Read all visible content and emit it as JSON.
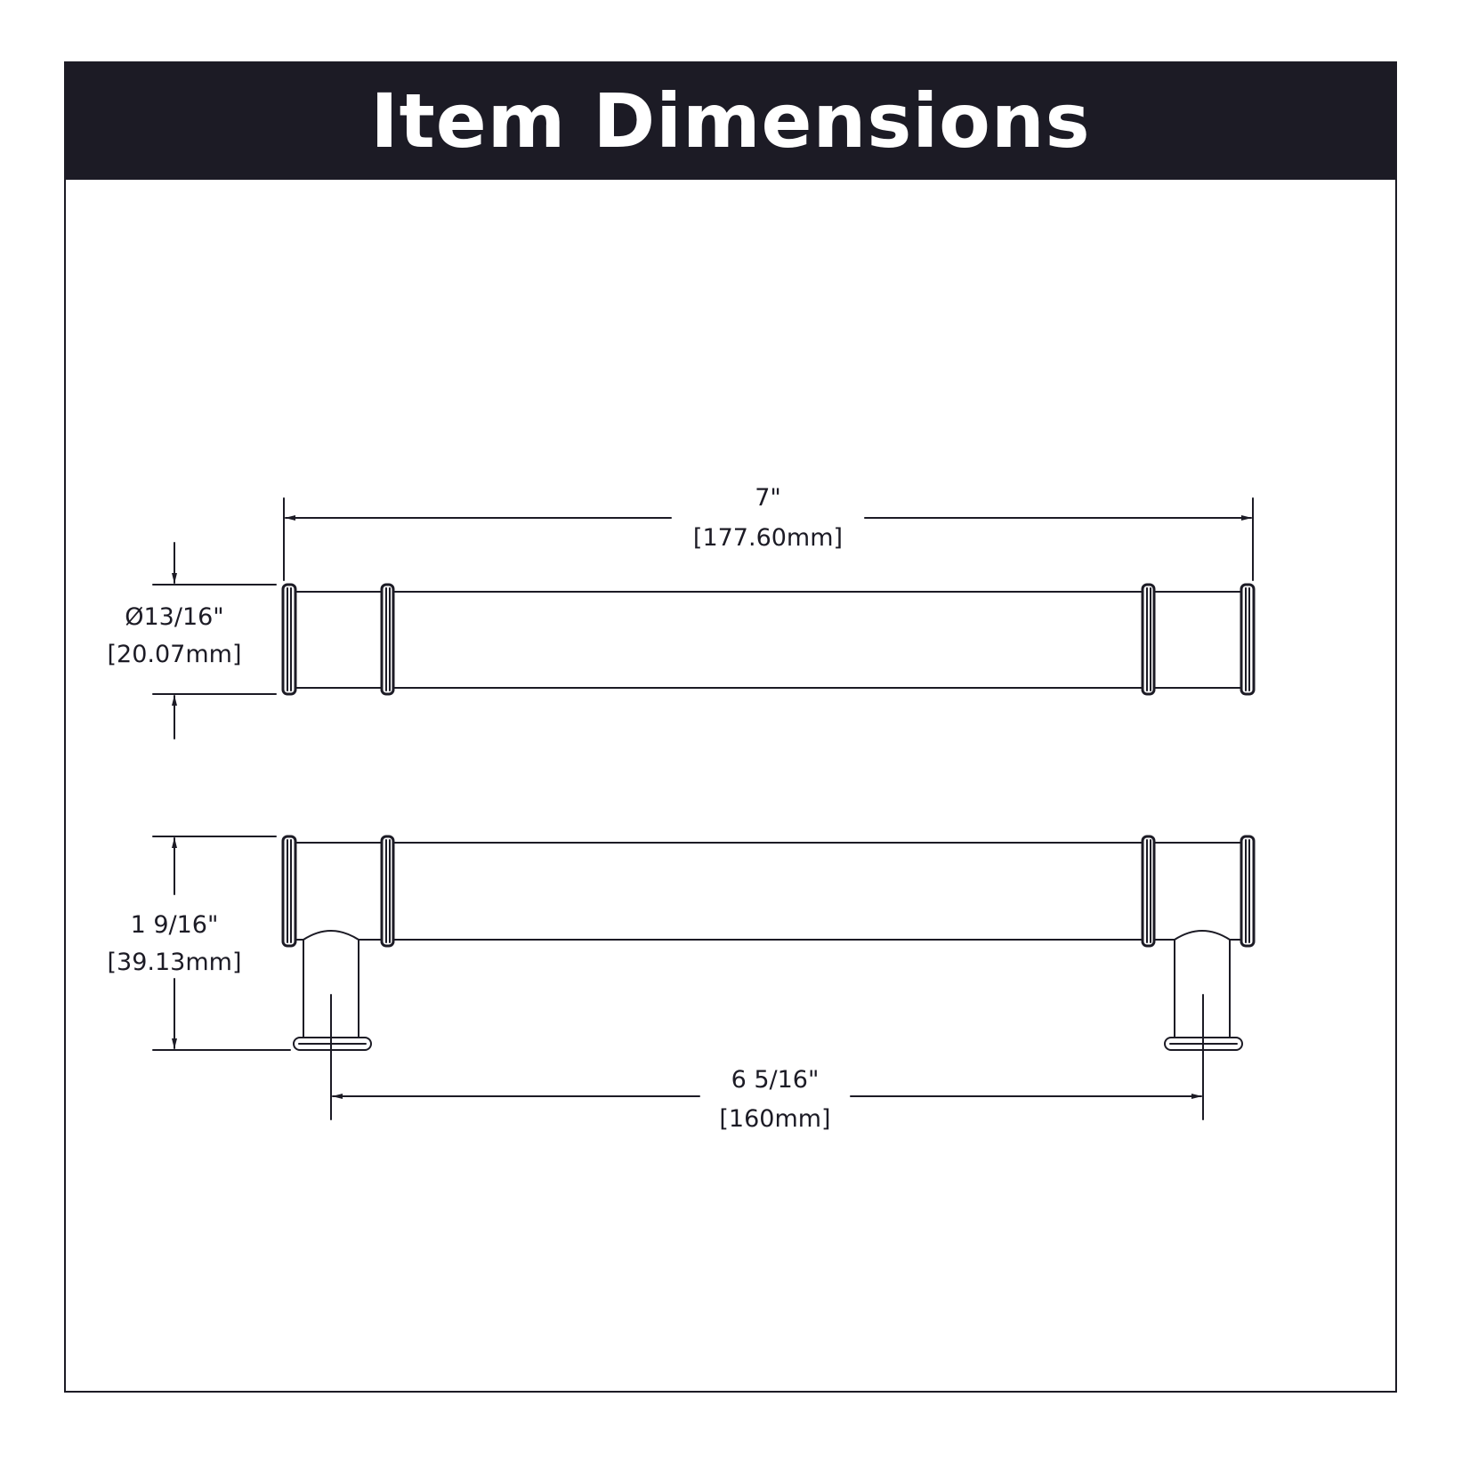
{
  "header": {
    "title": "Item Dimensions",
    "background_color": "#1c1b25",
    "text_color": "#ffffff"
  },
  "drawing": {
    "line_color": "#1c1b25",
    "views": [
      "top-view",
      "side-view"
    ]
  },
  "dimensions": {
    "overall_length": {
      "imperial": "7\"",
      "metric": "[177.60mm]"
    },
    "diameter": {
      "imperial": "Ø13/16\"",
      "metric": "[20.07mm]"
    },
    "projection": {
      "imperial": "1 9/16\"",
      "metric": "[39.13mm]"
    },
    "center_to_center": {
      "imperial": "6 5/16\"",
      "metric": "[160mm]"
    }
  }
}
